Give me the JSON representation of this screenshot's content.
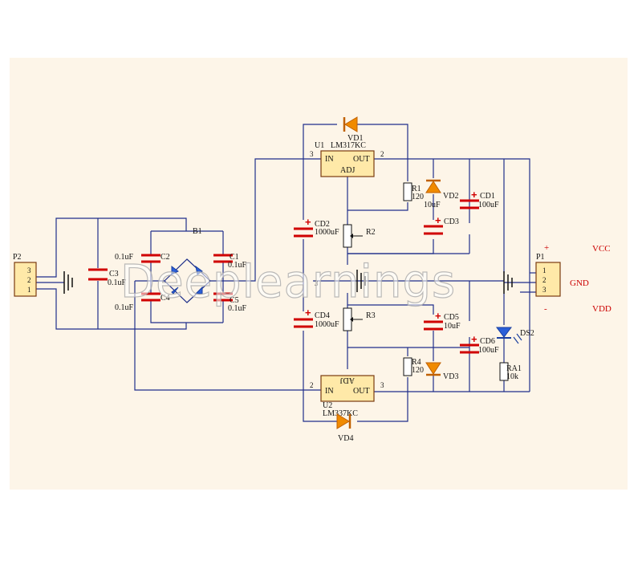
{
  "connectors": {
    "p2": {
      "ref": "P2",
      "pins": [
        "3",
        "2",
        "1"
      ]
    },
    "p1": {
      "ref": "P1",
      "pins": [
        "1",
        "2",
        "3"
      ]
    }
  },
  "power": {
    "vcc": "VCC",
    "gnd": "GND",
    "vdd": "VDD",
    "plus": "+",
    "minus": "-"
  },
  "bridge": {
    "ref": "B1"
  },
  "caps": {
    "c1": {
      "ref": "C1",
      "value": "0.1uF"
    },
    "c2": {
      "ref": "C2",
      "value": "0.1uF"
    },
    "c3": {
      "ref": "C3",
      "value": "0.1uF"
    },
    "c4": {
      "ref": "C4",
      "value": "0.1uF"
    },
    "c5": {
      "ref": "C5",
      "value": "0.1uF"
    },
    "cd1": {
      "ref": "CD1",
      "value": "100uF"
    },
    "cd2": {
      "ref": "CD2",
      "value": "1000uF"
    },
    "cd3": {
      "ref": "CD3",
      "value": "10uF"
    },
    "cd4": {
      "ref": "CD4",
      "value": "1000uF"
    },
    "cd5": {
      "ref": "CD5",
      "value": "10uF"
    },
    "cd6": {
      "ref": "CD6",
      "value": "100uF"
    }
  },
  "regulators": {
    "u1": {
      "ref": "U1",
      "part": "LM317KC",
      "in": "IN",
      "out": "OUT",
      "adj": "ADJ",
      "pin_in": "3",
      "pin_out": "2"
    },
    "u2": {
      "ref": "U2",
      "part": "LM337KC",
      "in": "IN",
      "out": "OUT",
      "adj": "ADJ",
      "pin_in": "2",
      "pin_out": "3"
    }
  },
  "resistors": {
    "r1": {
      "ref": "R1",
      "value": "120"
    },
    "r2": {
      "ref": "R2"
    },
    "r3": {
      "ref": "R3"
    },
    "r4": {
      "ref": "R4",
      "value": "120"
    },
    "ra1": {
      "ref": "RA1",
      "value": "10k"
    }
  },
  "diodes": {
    "vd1": "VD1",
    "vd2": "VD2",
    "vd3": "VD3",
    "vd4": "VD4",
    "ds2": "DS2"
  },
  "pin3": "3",
  "watermark": "Deeplearnings",
  "colors": {
    "wire": "#1f2f8a",
    "capacitor": "#d00000",
    "diode": "#f08a00",
    "led": "#2a5fd8",
    "ic_fill": "#ffe9a8",
    "background": "#fdf5e8",
    "power_label": "#cc0000"
  }
}
